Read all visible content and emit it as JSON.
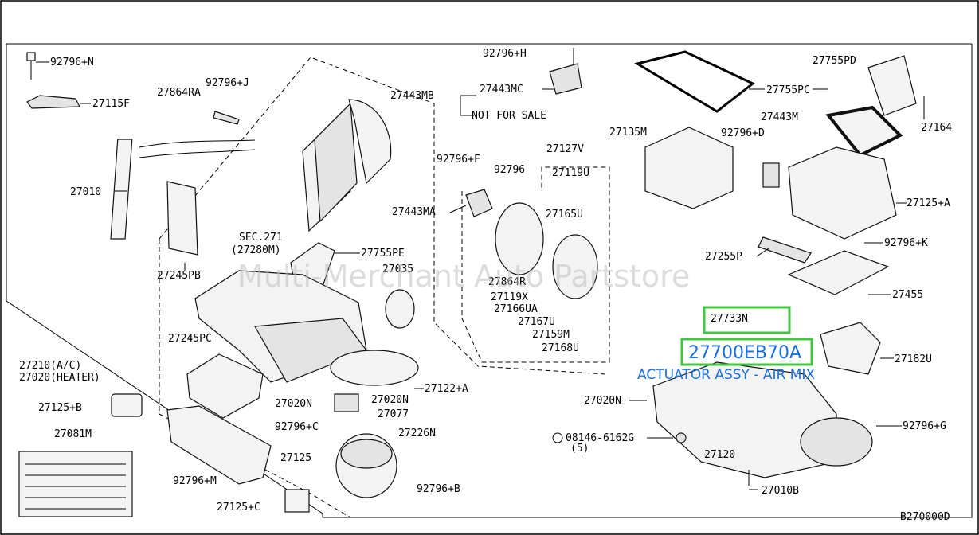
{
  "watermark": "Multi-Merchant Auto Partstore",
  "diagram_code": "B270000D",
  "highlight": {
    "box1": "27733N",
    "box2": "27700EB70A",
    "description": "ACTUATOR ASSY - AIR MIX"
  },
  "labels": {
    "l_92796N": "92796+N",
    "l_27115F": "27115F",
    "l_27864RA": "27864RA",
    "l_92796J": "92796+J",
    "l_27010": "27010",
    "l_27245PB": "27245PB",
    "l_27443MB": "27443MB",
    "l_92796H": "92796+H",
    "l_27443MC": "27443MC",
    "l_notforsale": "NOT FOR SALE",
    "l_sec271": "SEC.271",
    "l_27280M": "(27280M)",
    "l_27755PE": "27755PE",
    "l_27035": "27035",
    "l_92796F": "92796+F",
    "l_92796": "92796",
    "l_27127V": "27127V",
    "l_27119U": "27119U",
    "l_27443MA": "27443MA",
    "l_27165U": "27165U",
    "l_27864R": "27864R",
    "l_27119X": "27119X",
    "l_27166UA": "27166UA",
    "l_27167U": "27167U",
    "l_27159M": "27159M",
    "l_27168U": "27168U",
    "l_27245PC": "27245PC",
    "l_27210": "27210(A/C)",
    "l_27020": "27020(HEATER)",
    "l_27125B": "27125+B",
    "l_27081M": "27081M",
    "l_27020N_a": "27020N",
    "l_27020N_b": "27020N",
    "l_27122A": "27122+A",
    "l_27077": "27077",
    "l_92796C": "92796+C",
    "l_27226N": "27226N",
    "l_92796M": "92796+M",
    "l_27125": "27125",
    "l_27125C": "27125+C",
    "l_92796B": "92796+B",
    "l_27755PD": "27755PD",
    "l_27755PC": "27755PC",
    "l_27164": "27164",
    "l_27135M": "27135M",
    "l_27443M": "27443M",
    "l_92796D": "92796+D",
    "l_27125A": "27125+A",
    "l_92796K": "92796+K",
    "l_27255P": "27255P",
    "l_27455": "27455",
    "l_27182U": "27182U",
    "l_27020N_c": "27020N",
    "l_92796G": "92796+G",
    "l_08146": "08146-6162G",
    "l_5": "(5)",
    "l_27120": "27120",
    "l_27010B": "27010B"
  },
  "colors": {
    "highlight_box": "#43c443",
    "highlight_text": "#1a6fe0"
  }
}
